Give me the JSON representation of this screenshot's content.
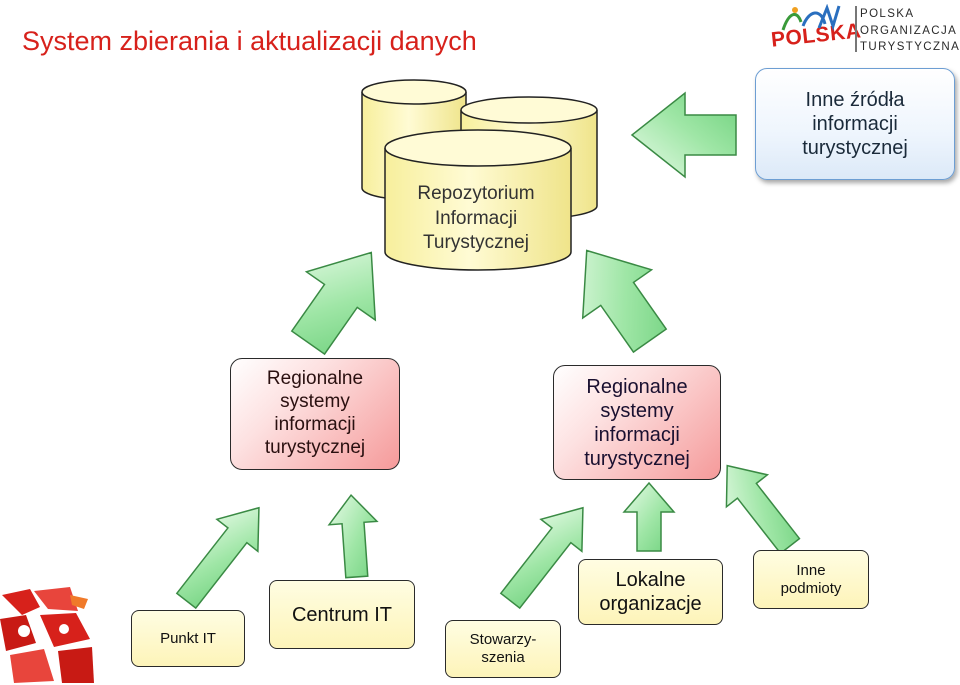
{
  "title": "System zbierania i aktualizacji danych",
  "logo": {
    "word": "POLSKA",
    "org_lines": [
      "POLSKA",
      "ORGANIZACJA",
      "TURYSTYCZNA"
    ]
  },
  "repository": {
    "lines": [
      "Repozytorium",
      "Informacji",
      "Turystycznej"
    ]
  },
  "other_sources": {
    "lines": [
      "Inne źródła",
      "informacji",
      "turystycznej"
    ]
  },
  "regional_left": {
    "lines": [
      "Regionalne",
      "systemy",
      "informacji",
      "turystycznej"
    ]
  },
  "regional_right": {
    "lines": [
      "Regionalne",
      "systemy",
      "informacji",
      "turystycznej"
    ]
  },
  "bottom_boxes": {
    "punkt_it": "Punkt IT",
    "centrum_it": "Centrum IT",
    "stowarzyszenia": [
      "Stowarzy-",
      "szenia"
    ],
    "lokalne": [
      "Lokalne",
      "organizacje"
    ],
    "inne_podmioty": [
      "Inne",
      "podmioty"
    ]
  },
  "colors": {
    "title": "#d7211b",
    "arrow_fill": "#8fe09a",
    "arrow_stroke": "#3a8a44",
    "cylinder": "#fbf6b0",
    "regional_fill": "#f59a9a",
    "yellow_box": "#fdf4b9",
    "inne_border": "#6d9ed3"
  }
}
